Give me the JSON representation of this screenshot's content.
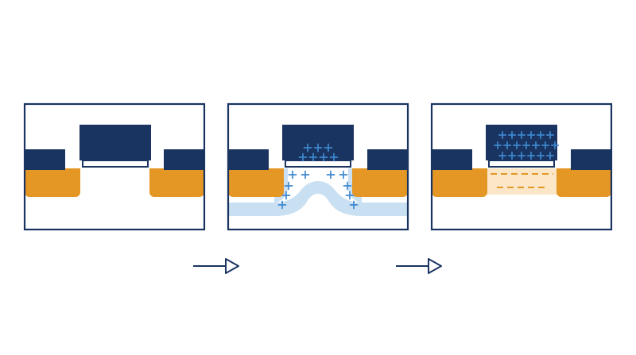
{
  "colors": {
    "background": "#ffffff",
    "frame": "#1a3461",
    "gate": "#1a3461",
    "contact": "#1a3461",
    "doped_region": "#e49725",
    "depletion": "#c9dff2",
    "inversion_layer": "#fbe7c7",
    "gate_oxide": "#ffffff",
    "charge_on_gate": "#3e88cf",
    "charge_in_depletion": "#3e88cf",
    "channel_carriers": "#e49725",
    "arrow": "#1a3461"
  },
  "panels": [
    {
      "id": "panel-1",
      "state": "no-gate-bias",
      "gate_charges": 0,
      "depletion_charges": 0,
      "depletion_region": false,
      "inversion_channel": false
    },
    {
      "id": "panel-2",
      "state": "depletion",
      "gate_charges": 7,
      "depletion_charges": 10,
      "depletion_region": true,
      "inversion_channel": false
    },
    {
      "id": "panel-3",
      "state": "inversion",
      "gate_charges": 19,
      "depletion_charges": 0,
      "depletion_region": false,
      "inversion_channel": true
    }
  ],
  "arrows": [
    {
      "id": "arrow-1",
      "from": "panel-1",
      "to": "panel-2",
      "icon": "arrow-right-icon"
    },
    {
      "id": "arrow-2",
      "from": "panel-2",
      "to": "panel-3",
      "icon": "arrow-right-icon"
    }
  ]
}
